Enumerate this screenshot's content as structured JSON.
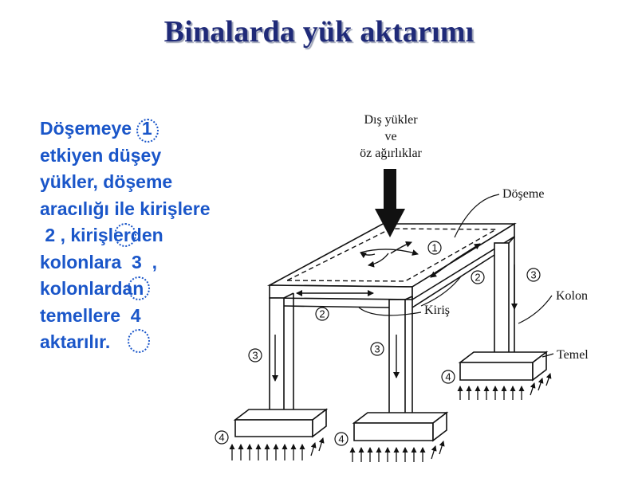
{
  "slide": {
    "title": "Binalarda yük aktarımı"
  },
  "body_text": {
    "lines": [
      "Döşemeye  1",
      "etkiyen düşey",
      "yükler, döşeme",
      "aracılığı ile kirişlere",
      " 2 , kirişlerden",
      "kolonlara  3  ,",
      "kolonlardan",
      "temellere  4",
      "aktarılır."
    ]
  },
  "diagram": {
    "load_label": [
      "Dış yükler",
      "ve",
      "öz ağırlıklar"
    ],
    "labels": {
      "slab": "Döşeme",
      "beam": "Kiriş",
      "column": "Kolon",
      "foundation": "Temel"
    },
    "step_numbers": [
      "1",
      "2",
      "2",
      "3",
      "3",
      "3",
      "4",
      "4",
      "4"
    ],
    "colors": {
      "text_blue": "#1a56c9",
      "title_navy": "#1f2a78",
      "ink": "#111111"
    }
  }
}
